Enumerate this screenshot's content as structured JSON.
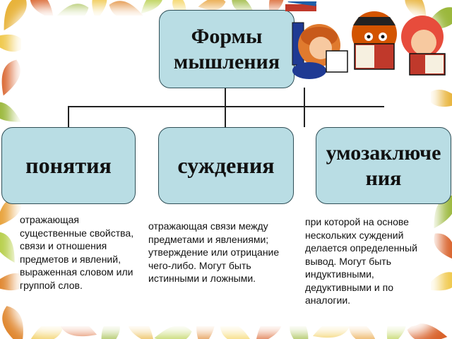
{
  "diagram": {
    "root": "Формы мышления",
    "children": [
      {
        "title": "понятия",
        "description": "отражающая существенные свойства, связи и отношения предметов и явлений, выраженная словом или группой слов."
      },
      {
        "title": "суждения",
        "description": "отражающая связи между предметами и явлениями; утверждение или отрицание чего-либо. Могут быть истинными и ложными."
      },
      {
        "title": "умозаключения",
        "description": "при которой на основе нескольких суждений делается определенный вывод. Могут быть индуктивными, дедуктивными и по аналогии."
      }
    ]
  },
  "colors": {
    "node_fill": "#b9dde4",
    "node_border": "#2f4f57",
    "connector": "#222222"
  },
  "icons": [
    "autumn-leaves-border",
    "cartoon-children-reading-illustration"
  ]
}
